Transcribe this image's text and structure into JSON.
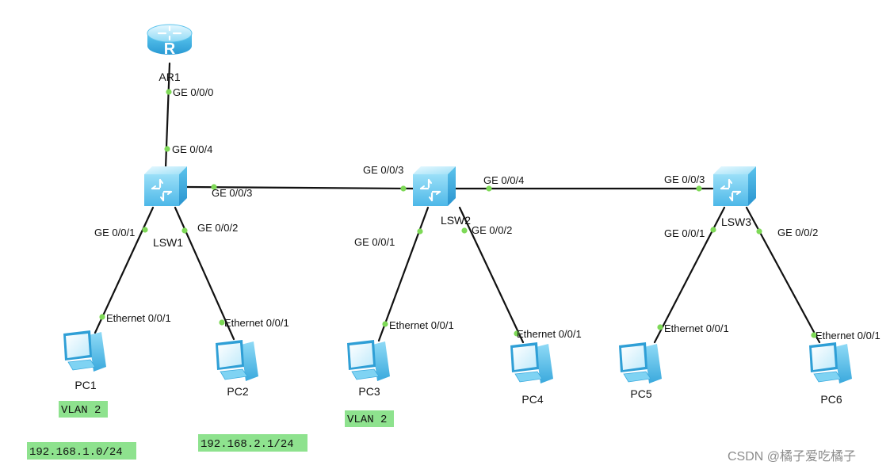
{
  "colors": {
    "link": "#111111",
    "port_dot": "#7ed957",
    "tag_bg": "#8ee28e",
    "device_light": "#c6eefc",
    "device_mid": "#6fcdef",
    "device_dark": "#2f9fd6"
  },
  "devices": [
    {
      "id": "AR1",
      "type": "router",
      "label": "AR1",
      "icon": "router-icon"
    },
    {
      "id": "LSW1",
      "type": "switch",
      "label": "LSW1",
      "icon": "switch-icon"
    },
    {
      "id": "LSW2",
      "type": "switch",
      "label": "LSW2",
      "icon": "switch-icon"
    },
    {
      "id": "LSW3",
      "type": "switch",
      "label": "LSW3",
      "icon": "switch-icon"
    },
    {
      "id": "PC1",
      "type": "pc",
      "label": "PC1",
      "icon": "pc-icon"
    },
    {
      "id": "PC2",
      "type": "pc",
      "label": "PC2",
      "icon": "pc-icon"
    },
    {
      "id": "PC3",
      "type": "pc",
      "label": "PC3",
      "icon": "pc-icon"
    },
    {
      "id": "PC4",
      "type": "pc",
      "label": "PC4",
      "icon": "pc-icon"
    },
    {
      "id": "PC5",
      "type": "pc",
      "label": "PC5",
      "icon": "pc-icon"
    },
    {
      "id": "PC6",
      "type": "pc",
      "label": "PC6",
      "icon": "pc-icon"
    }
  ],
  "links": [
    {
      "from": "AR1",
      "from_port": "GE 0/0/0",
      "to": "LSW1",
      "to_port": "GE 0/0/4"
    },
    {
      "from": "LSW1",
      "from_port": "GE 0/0/3",
      "to": "LSW2",
      "to_port": "GE 0/0/3"
    },
    {
      "from": "LSW2",
      "from_port": "GE 0/0/4",
      "to": "LSW3",
      "to_port": "GE 0/0/3"
    },
    {
      "from": "LSW1",
      "from_port": "GE 0/0/1",
      "to": "PC1",
      "to_port": "Ethernet 0/0/1"
    },
    {
      "from": "LSW1",
      "from_port": "GE 0/0/2",
      "to": "PC2",
      "to_port": "Ethernet 0/0/1"
    },
    {
      "from": "LSW2",
      "from_port": "GE 0/0/1",
      "to": "PC3",
      "to_port": "Ethernet 0/0/1"
    },
    {
      "from": "LSW2",
      "from_port": "GE 0/0/2",
      "to": "PC4",
      "to_port": "Ethernet 0/0/1"
    },
    {
      "from": "LSW3",
      "from_port": "GE 0/0/1",
      "to": "PC5",
      "to_port": "Ethernet 0/0/1"
    },
    {
      "from": "LSW3",
      "from_port": "GE 0/0/2",
      "to": "PC6",
      "to_port": "Ethernet 0/0/1"
    }
  ],
  "tags": [
    {
      "id": "vlan-pc1",
      "text": "VLAN 2"
    },
    {
      "id": "net-pc1",
      "text": "192.168.1.0/24"
    },
    {
      "id": "net-pc2",
      "text": "192.168.2.1/24"
    },
    {
      "id": "vlan-pc3",
      "text": "VLAN 2"
    }
  ],
  "watermark": "CSDN @橘子爱吃橘子"
}
